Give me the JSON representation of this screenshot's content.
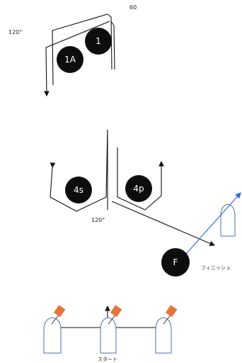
{
  "labels": {
    "top_number": "60",
    "angle_top": "120°",
    "angle_middle": "120°",
    "finish": "フィニッシュ",
    "start": "スタート"
  },
  "marks": {
    "mark_1": "1",
    "mark_1a": "1A",
    "mark_4s": "4s",
    "mark_4p": "4p",
    "mark_f": "F"
  },
  "colors": {
    "mark_fill": "#0d0d0d",
    "boat_outline": "#4a6fb5",
    "flag": "#e8743b",
    "finish_arrow": "#2f6fd6",
    "line": "#111111"
  },
  "icons": {
    "boat": "boat-icon",
    "flag": "flag-icon"
  }
}
